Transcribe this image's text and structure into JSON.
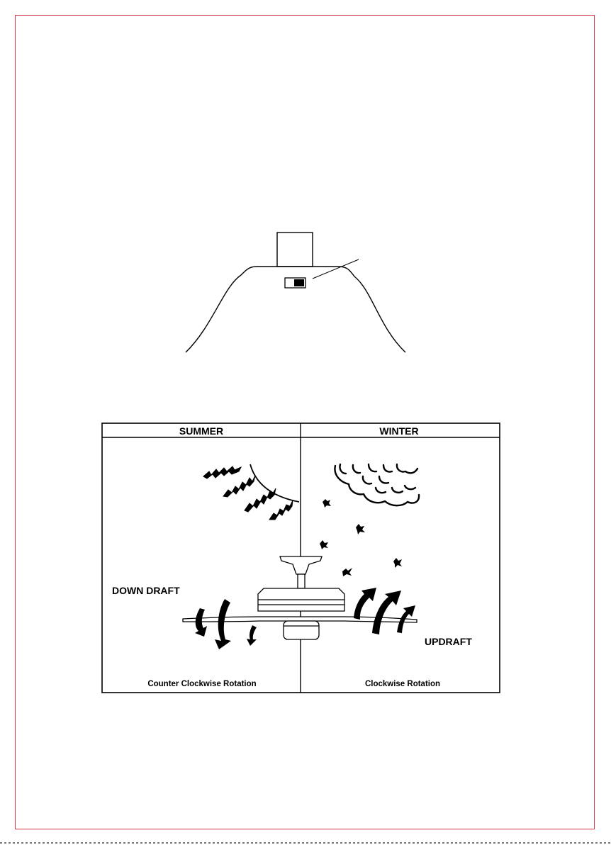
{
  "diagram": {
    "summer_header": "SUMMER",
    "winter_header": "WINTER",
    "down_draft_label": "DOWN DRAFT",
    "updraft_label": "UPDRAFT",
    "summer_caption": "Counter Clockwise Rotation",
    "winter_caption": "Clockwise Rotation"
  },
  "colors": {
    "frame": "#d9364a",
    "ink": "#000000"
  }
}
